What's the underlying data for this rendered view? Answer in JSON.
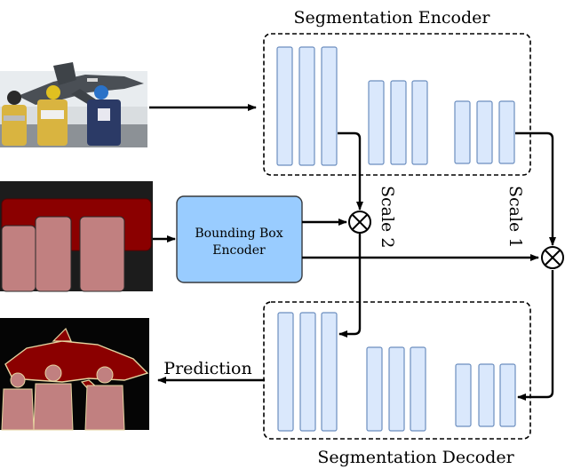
{
  "encoder": {
    "title": "Segmentation Encoder"
  },
  "decoder": {
    "title": "Segmentation Decoder"
  },
  "bbox_encoder": {
    "line1": "Bounding Box",
    "line2": "Encoder"
  },
  "scales": {
    "scale2": "Scale 2",
    "scale1": "Scale 1"
  },
  "prediction": {
    "label": "Prediction"
  },
  "colors": {
    "bar_fill": "#dae8fc",
    "bar_stroke": "#6c8ebf",
    "bbox_fill": "#99ccff",
    "bbox_stroke": "#36393d",
    "mask_red": "#8b0000",
    "mask_pink": "#c18080",
    "arrow": "#000000"
  },
  "images": {
    "input_photo": "aircraft-and-people-photo",
    "bbox_mask": "bounding-box-mask",
    "prediction_mask": "segmentation-prediction-mask"
  },
  "operators": {
    "multiply_symbol": "otimes"
  }
}
